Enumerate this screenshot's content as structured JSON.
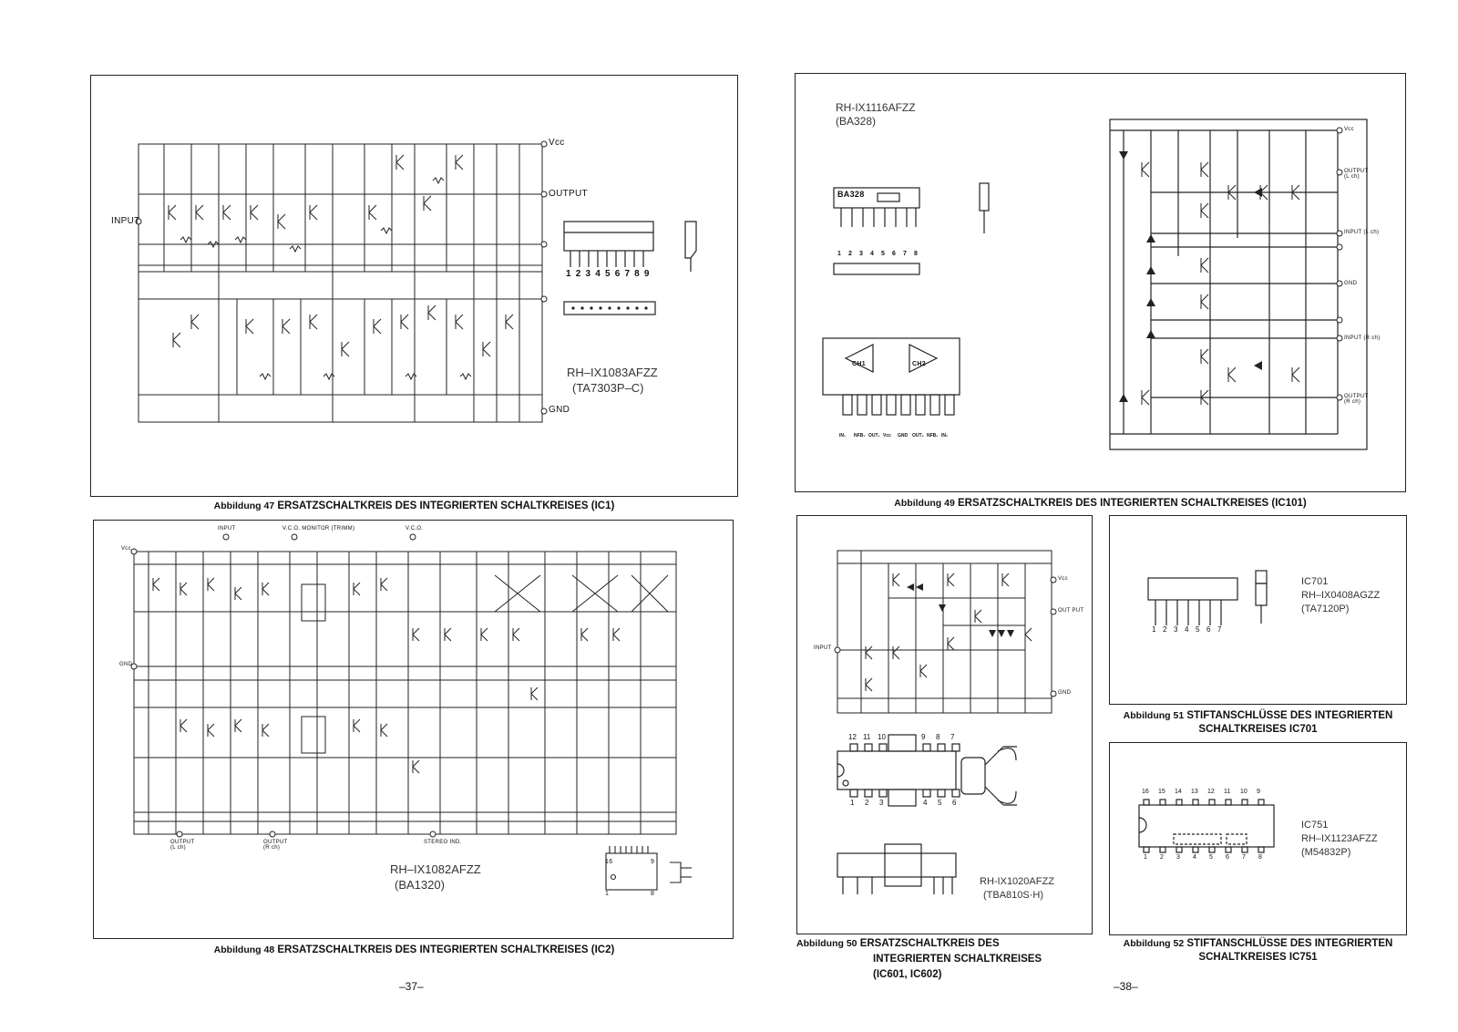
{
  "page_left": {
    "page_number": "–37–",
    "fig47": {
      "caption_prefix": "Abbildung 47",
      "caption": "ERSATZSCHALTKREIS DES INTEGRIERTEN SCHALTKREISES (IC1)",
      "part_no": "RH–IX1083AFZZ",
      "part_type": "(TA7303P–C)",
      "pin_labels": [
        "Vcc",
        "OUTPUT",
        "GND"
      ],
      "input_label": "INPUT",
      "pin_numbers": "1 2 3 4 5 6 7 8 9"
    },
    "fig48": {
      "caption_prefix": "Abbildung 48",
      "caption": "ERSATZSCHALTKREIS DES INTEGRIERTEN SCHALTKREISES (IC2)",
      "part_no": "RH–IX1082AFZZ",
      "part_type": "(BA1320)",
      "top_labels": [
        "INPUT",
        "V.C.O. MONITOR (TRIMM)",
        "V.C.O."
      ],
      "bottom_labels": [
        "OUTPUT (L ch)",
        "OUTPUT (R ch)",
        "STEREO IND."
      ],
      "side_labels": [
        "Vcc",
        "GND"
      ],
      "pin_16": "16",
      "pin_9": "9",
      "pin_1": "1",
      "pin_8": "8"
    }
  },
  "page_right": {
    "page_number": "–38–",
    "fig49": {
      "caption_prefix": "Abbildung 49",
      "caption": "ERSATZSCHALTKREIS DES INTEGRIERTEN SCHALTKREISES (IC101)",
      "part_no": "RH-IX1116AFZZ",
      "part_type": "(BA328)",
      "chip_label": "BA328",
      "pin_numbers": [
        "1",
        "2",
        "3",
        "4",
        "5",
        "6",
        "7",
        "8"
      ],
      "ch_labels": [
        "CH1",
        "CH2"
      ],
      "pin_names": [
        "IN₁",
        "NFB₁",
        "OUT₁",
        "Vcc",
        "GND",
        "OUT₂",
        "NFB₂",
        "IN₂"
      ],
      "right_labels": [
        "Vcc",
        "OUTPUT (L ch)",
        "INPUT (L ch)",
        "GND",
        "INPUT (R ch)",
        "OUTPUT (R ch)"
      ]
    },
    "fig50": {
      "caption_prefix": "Abbildung 50",
      "caption_line1": "ERSATZSCHALTKREIS DES",
      "caption_line2": "INTEGRIERTEN SCHALTKREISES",
      "caption_line3": "(IC601, IC602)",
      "part_no": "RH-IX1020AFZZ",
      "part_type": "(TBA810S·H)",
      "labels": [
        "INPUT",
        "Vcc",
        "OUT PUT",
        "GND"
      ],
      "top_pins": [
        "12",
        "11",
        "10",
        "9",
        "8",
        "7"
      ],
      "bottom_pins": [
        "1",
        "2",
        "3",
        "4",
        "5",
        "6"
      ]
    },
    "fig51": {
      "caption_prefix": "Abbildung 51",
      "caption_line1": "STIFTANSCHLÜSSE DES INTEGRIERTEN",
      "caption_line2": "SCHALTKREISES IC701",
      "ic": "IC701",
      "part_no": "RH–IX0408AGZZ",
      "part_type": "(TA7120P)",
      "pin_numbers": [
        "1",
        "2",
        "3",
        "4",
        "5",
        "6",
        "7"
      ]
    },
    "fig52": {
      "caption_prefix": "Abbildung 52",
      "caption_line1": "STIFTANSCHLÜSSE DES INTEGRIERTEN",
      "caption_line2": "SCHALTKREISES IC751",
      "ic": "IC751",
      "part_no": "RH–IX1123AFZZ",
      "part_type": "(M54832P)",
      "top_pins": [
        "16",
        "15",
        "14",
        "13",
        "12",
        "11",
        "10",
        "9"
      ],
      "bottom_pins": [
        "1",
        "2",
        "3",
        "4",
        "5",
        "6",
        "7",
        "8"
      ]
    }
  }
}
